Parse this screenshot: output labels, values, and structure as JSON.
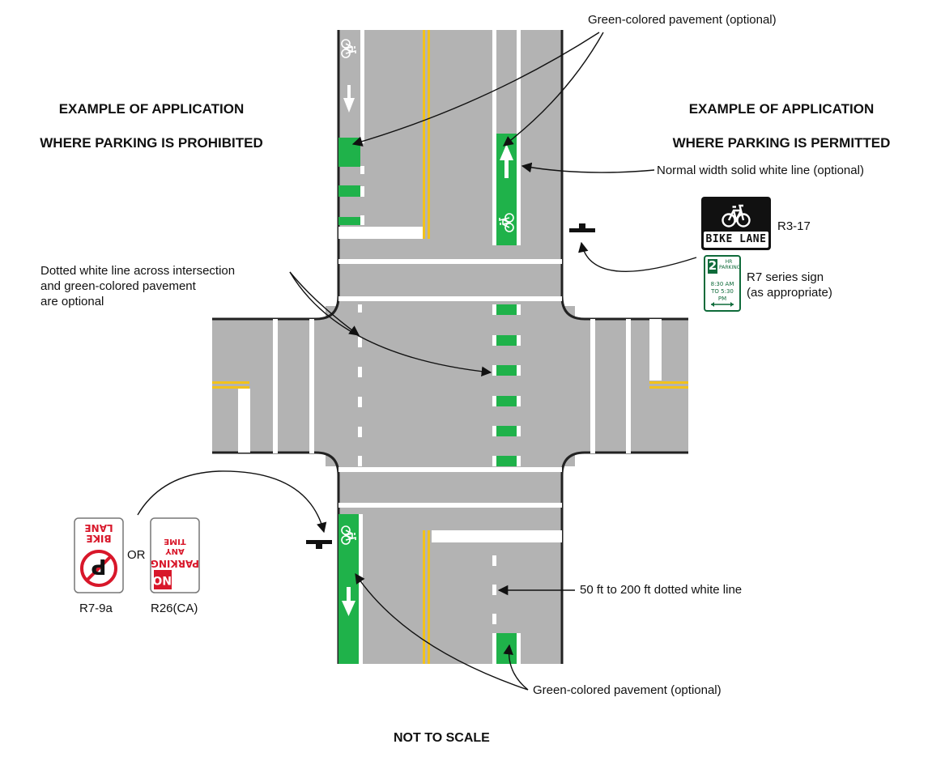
{
  "colors": {
    "pavement": "#b3b3b3",
    "green_pavement": "#1fb24a",
    "yellow_line": "#f2c21b",
    "white_line": "#ffffff",
    "curb": "#222222",
    "sign_red": "#d8172a",
    "sign_green": "#0f6b3a",
    "sign_black": "#111111"
  },
  "headings": {
    "left_line1": "EXAMPLE OF APPLICATION",
    "left_line2": "WHERE PARKING IS PROHIBITED",
    "right_line1": "EXAMPLE OF APPLICATION",
    "right_line2": "WHERE PARKING IS PERMITTED"
  },
  "callouts": {
    "green_top": "Green-colored pavement (optional)",
    "white_line": "Normal width solid white line (optional)",
    "dotted_across": "Dotted white line across intersection\nand green-colored pavement\nare optional",
    "dotted_50_200": "50 ft to 200 ft dotted white line",
    "green_bottom": "Green-colored pavement (optional)"
  },
  "signs": {
    "r3_17": {
      "code": "R3-17",
      "text": "BIKE LANE",
      "icon": "bicycle-icon"
    },
    "r7": {
      "caption": "R7 series sign\n(as appropriate)",
      "hours_number": "2",
      "hours_small1": "HR",
      "hours_small2": "PARKING",
      "time1": "8:30 AM",
      "time2": "TO 5:30 PM",
      "icon": "double-arrow-icon"
    },
    "r7_9a": {
      "code": "R7-9a",
      "text_line1": "BIKE",
      "text_line2": "LANE",
      "icon": "no-parking-icon"
    },
    "r26": {
      "code": "R26(CA)",
      "text_line1": "NO",
      "text_line2": "PARKING",
      "text_line3": "ANY",
      "text_line4": "TIME"
    },
    "or_label": "OR"
  },
  "footer": "NOT TO SCALE"
}
